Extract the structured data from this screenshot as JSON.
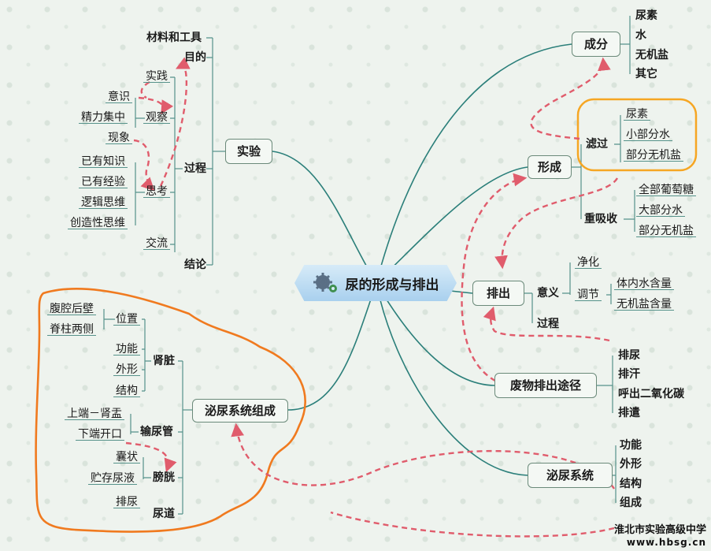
{
  "root": {
    "title": "尿的形成与排出"
  },
  "experiment": {
    "label": "实验",
    "materials": "材料和工具",
    "purpose": "目的",
    "process": "过程",
    "conclusion": "结论",
    "practice": "实践",
    "observe": "观察",
    "think": "思考",
    "communicate": "交流",
    "consciousness": "意识",
    "focus": "精力集中",
    "phenomenon": "现象",
    "known_knowledge": "已有知识",
    "known_experience": "已有经验",
    "logic": "逻辑思维",
    "creative": "创造性思维"
  },
  "urinary_composition": {
    "label": "泌尿系统组成",
    "kidney": "肾脏",
    "ureter": "输尿管",
    "bladder": "膀胱",
    "urethra": "尿道",
    "position": "位置",
    "function": "功能",
    "shape": "外形",
    "structure": "结构",
    "abdominal_back": "腹腔后壁",
    "spine_sides": "脊柱两侧",
    "upper_end": "上端－肾盂",
    "lower_end": "下端开口",
    "sac": "囊状",
    "store": "贮存尿液",
    "discharge": "排尿"
  },
  "component": {
    "label": "成分",
    "items": [
      "尿素",
      "水",
      "无机盐",
      "其它"
    ]
  },
  "formation": {
    "label": "形成",
    "filter": "滤过",
    "filter_items": [
      "尿素",
      "小部分水",
      "部分无机盐"
    ],
    "reabsorb": "重吸收",
    "reabsorb_items": [
      "全部葡萄糖",
      "大部分水",
      "部分无机盐"
    ]
  },
  "excretion": {
    "label": "排出",
    "meaning": "意义",
    "purify": "净化",
    "regulate": "调节",
    "body_water": "体内水含量",
    "salt_content": "无机盐含量",
    "process": "过程"
  },
  "waste": {
    "label": "废物排出途径",
    "items": [
      "排尿",
      "排汗",
      "呼出二氧化碳",
      "排遣"
    ]
  },
  "urinary_system": {
    "label": "泌尿系统",
    "items": [
      "功能",
      "外形",
      "结构",
      "组成"
    ]
  },
  "watermark": {
    "line1": "淮北市实验高级中学",
    "line2": "www.hbsg.cn"
  },
  "colors": {
    "branch": "#2b7f7a",
    "dashed_arrow": "#e05c6c",
    "highlight_orange": "#f6a623",
    "cloud_orange": "#f07a1f",
    "root_blue": "#a9d0ee"
  }
}
